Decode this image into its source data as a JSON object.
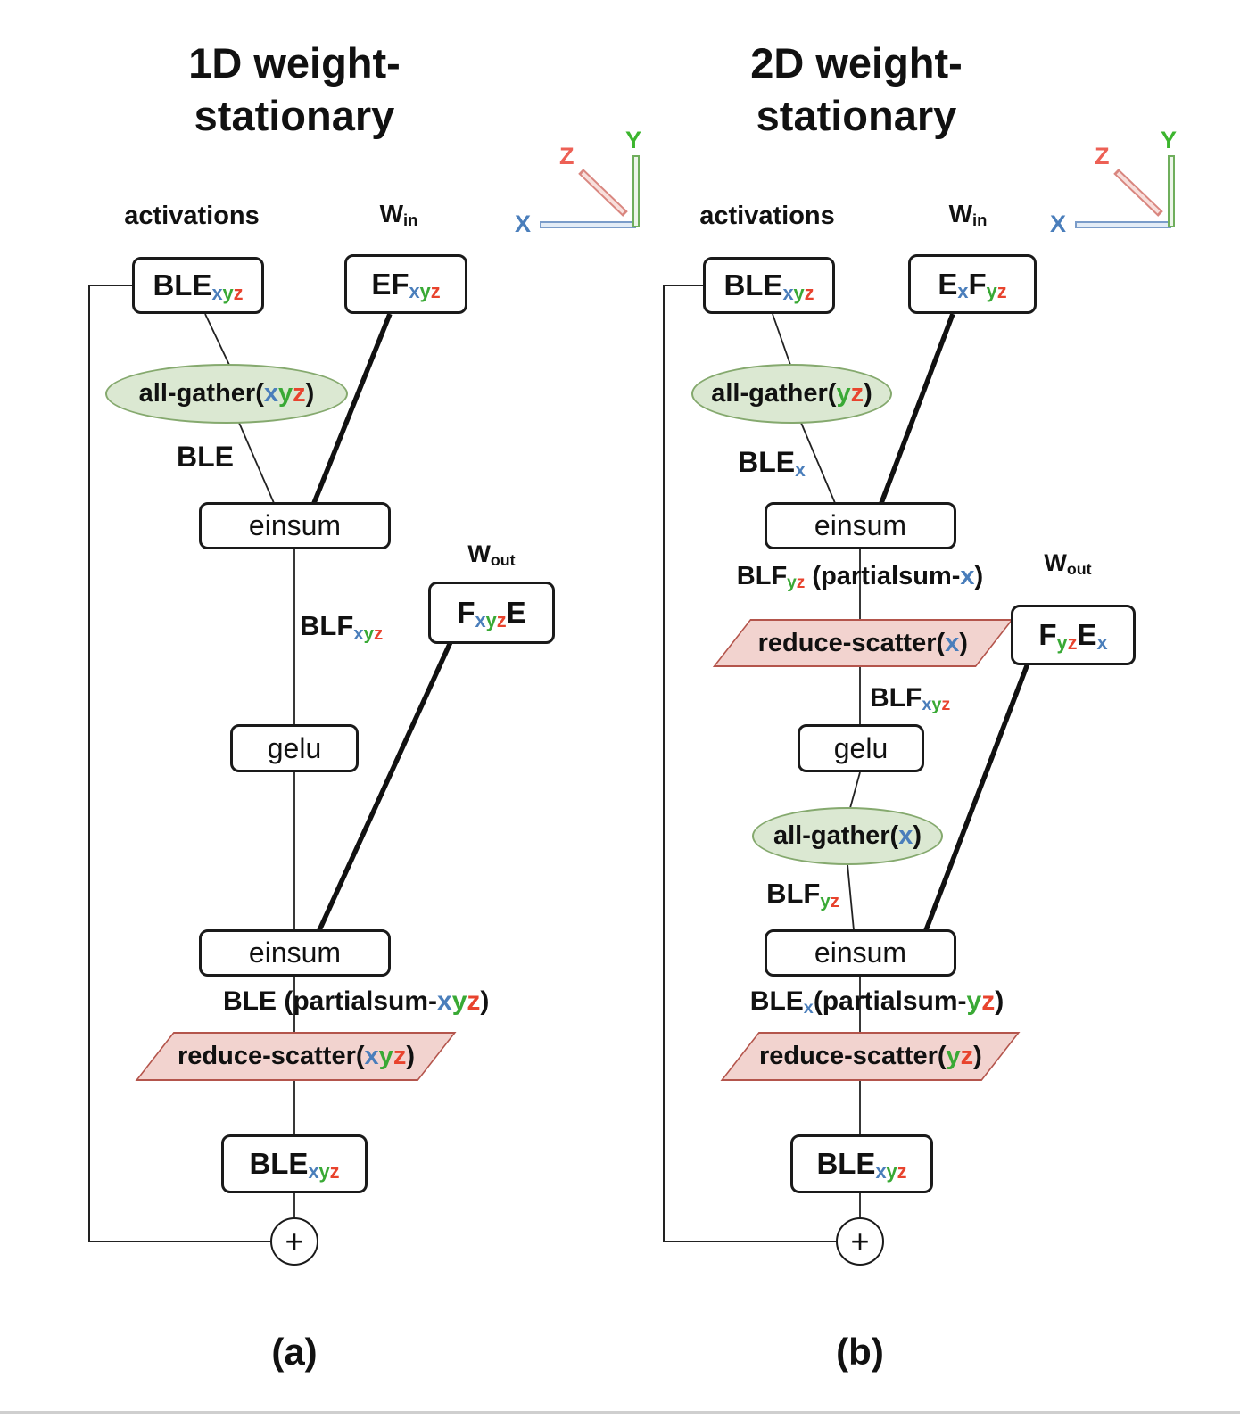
{
  "colors": {
    "x": "#4a7ebb",
    "y": "#39a935",
    "z": "#e8432d",
    "axis_x": "#4a7ebb",
    "axis_y": "#3cb52e",
    "axis_z": "#ed6055",
    "box_border": "#1a1a1a",
    "ellipse_fill": "#dbe8d2",
    "ellipse_border": "#85a96e",
    "parallelogram_fill": "#f2d3cf",
    "parallelogram_border": "#b4554c"
  },
  "axes": {
    "x": "X",
    "y": "Y",
    "z": "Z"
  },
  "diagram_a": {
    "title": "1D weight-\nstationary",
    "caption": "(a)",
    "activations_label": "activations",
    "w_in_label": [
      {
        "t": "W"
      },
      {
        "t": "in",
        "s": 1
      }
    ],
    "w_out_label": [
      {
        "t": "W"
      },
      {
        "t": "out",
        "s": 1
      }
    ],
    "input_tensor": [
      {
        "t": "BLE"
      },
      {
        "t": "x",
        "c": "x",
        "s": 1
      },
      {
        "t": "y",
        "c": "y",
        "s": 1
      },
      {
        "t": "z",
        "c": "z",
        "s": 1
      }
    ],
    "w_in_tensor": [
      {
        "t": "EF"
      },
      {
        "t": "x",
        "c": "x",
        "s": 1
      },
      {
        "t": "y",
        "c": "y",
        "s": 1
      },
      {
        "t": "z",
        "c": "z",
        "s": 1
      }
    ],
    "all_gather": [
      {
        "t": "all-gather("
      },
      {
        "t": "x",
        "c": "x"
      },
      {
        "t": "y",
        "c": "y"
      },
      {
        "t": "z",
        "c": "z"
      },
      {
        "t": ")"
      }
    ],
    "gathered_label": "BLE",
    "einsum1_label": "einsum",
    "hidden_edge_label": [
      {
        "t": "BLF"
      },
      {
        "t": "x",
        "c": "x",
        "s": 1
      },
      {
        "t": "y",
        "c": "y",
        "s": 1
      },
      {
        "t": "z",
        "c": "z",
        "s": 1
      }
    ],
    "w_out_tensor": [
      {
        "t": "F"
      },
      {
        "t": "x",
        "c": "x",
        "s": 1
      },
      {
        "t": "y",
        "c": "y",
        "s": 1
      },
      {
        "t": "z",
        "c": "z",
        "s": 1
      },
      {
        "t": "E"
      }
    ],
    "gelu_label": "gelu",
    "einsum2_label": "einsum",
    "partial_sum_label": [
      {
        "t": "BLE (partialsum-"
      },
      {
        "t": "x",
        "c": "x"
      },
      {
        "t": "y",
        "c": "y"
      },
      {
        "t": "z",
        "c": "z"
      },
      {
        "t": ")"
      }
    ],
    "reduce_scatter": [
      {
        "t": "reduce-scatter("
      },
      {
        "t": "x",
        "c": "x"
      },
      {
        "t": "y",
        "c": "y"
      },
      {
        "t": "z",
        "c": "z"
      },
      {
        "t": ")"
      }
    ],
    "output_tensor": [
      {
        "t": "BLE"
      },
      {
        "t": "x",
        "c": "x",
        "s": 1
      },
      {
        "t": "y",
        "c": "y",
        "s": 1
      },
      {
        "t": "z",
        "c": "z",
        "s": 1
      }
    ],
    "plus_label": "+"
  },
  "diagram_b": {
    "title": "2D weight-\nstationary",
    "caption": "(b)",
    "activations_label": "activations",
    "w_in_label": [
      {
        "t": "W"
      },
      {
        "t": "in",
        "s": 1
      }
    ],
    "w_out_label": [
      {
        "t": "W"
      },
      {
        "t": "out",
        "s": 1
      }
    ],
    "input_tensor": [
      {
        "t": "BLE"
      },
      {
        "t": "x",
        "c": "x",
        "s": 1
      },
      {
        "t": "y",
        "c": "y",
        "s": 1
      },
      {
        "t": "z",
        "c": "z",
        "s": 1
      }
    ],
    "w_in_tensor": [
      {
        "t": "E"
      },
      {
        "t": "x",
        "c": "x",
        "s": 1
      },
      {
        "t": "F"
      },
      {
        "t": "y",
        "c": "y",
        "s": 1
      },
      {
        "t": "z",
        "c": "z",
        "s": 1
      }
    ],
    "all_gather_1": [
      {
        "t": "all-gather("
      },
      {
        "t": "y",
        "c": "y"
      },
      {
        "t": "z",
        "c": "z"
      },
      {
        "t": ")"
      }
    ],
    "gathered_label": [
      {
        "t": "BLE"
      },
      {
        "t": "x",
        "c": "x",
        "s": 1
      }
    ],
    "einsum1_label": "einsum",
    "partial_sum_1_label": [
      {
        "t": "BLF"
      },
      {
        "t": "y",
        "c": "y",
        "s": 1
      },
      {
        "t": "z",
        "c": "z",
        "s": 1
      },
      {
        "t": " (partialsum-"
      },
      {
        "t": "x",
        "c": "x"
      },
      {
        "t": ")"
      }
    ],
    "reduce_scatter_1": [
      {
        "t": "reduce-scatter("
      },
      {
        "t": "x",
        "c": "x"
      },
      {
        "t": ")"
      }
    ],
    "scattered_label": [
      {
        "t": "BLF"
      },
      {
        "t": "x",
        "c": "x",
        "s": 1
      },
      {
        "t": "y",
        "c": "y",
        "s": 1
      },
      {
        "t": "z",
        "c": "z",
        "s": 1
      }
    ],
    "gelu_label": "gelu",
    "all_gather_2": [
      {
        "t": "all-gather("
      },
      {
        "t": "x",
        "c": "x"
      },
      {
        "t": ")"
      }
    ],
    "gathered_2_label": [
      {
        "t": "BLF"
      },
      {
        "t": "y",
        "c": "y",
        "s": 1
      },
      {
        "t": "z",
        "c": "z",
        "s": 1
      }
    ],
    "w_out_tensor": [
      {
        "t": "F"
      },
      {
        "t": "y",
        "c": "y",
        "s": 1
      },
      {
        "t": "z",
        "c": "z",
        "s": 1
      },
      {
        "t": "E"
      },
      {
        "t": "x",
        "c": "x",
        "s": 1
      }
    ],
    "einsum2_label": "einsum",
    "partial_sum_2_label": [
      {
        "t": "BLE"
      },
      {
        "t": "x",
        "c": "x",
        "s": 1
      },
      {
        "t": "(partialsum-"
      },
      {
        "t": "y",
        "c": "y"
      },
      {
        "t": "z",
        "c": "z"
      },
      {
        "t": ")"
      }
    ],
    "reduce_scatter_2": [
      {
        "t": "reduce-scatter("
      },
      {
        "t": "y",
        "c": "y"
      },
      {
        "t": "z",
        "c": "z"
      },
      {
        "t": ")"
      }
    ],
    "output_tensor": [
      {
        "t": "BLE"
      },
      {
        "t": "x",
        "c": "x",
        "s": 1
      },
      {
        "t": "y",
        "c": "y",
        "s": 1
      },
      {
        "t": "z",
        "c": "z",
        "s": 1
      }
    ],
    "plus_label": "+"
  }
}
